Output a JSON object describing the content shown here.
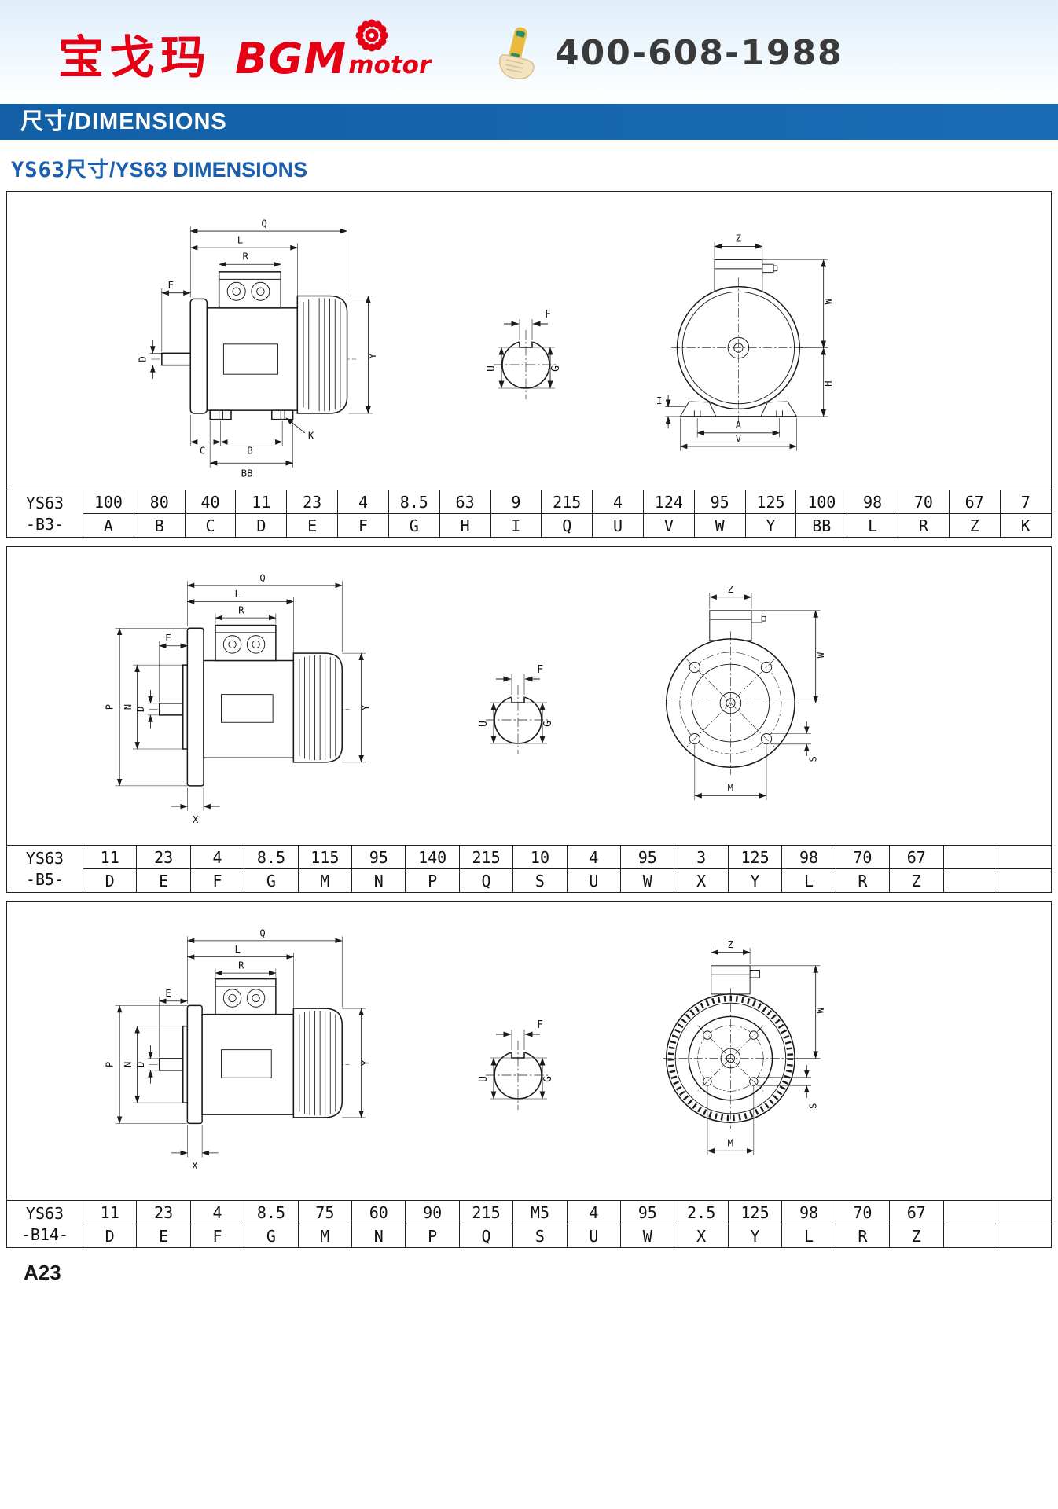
{
  "header": {
    "brand_cn": "宝戈玛",
    "brand_bold": "BGM",
    "brand_suffix": "motor",
    "phone": "400-608-1988"
  },
  "banner": {
    "title": "尺寸/DIMENSIONS"
  },
  "subtitle": {
    "cn": "YS63尺寸",
    "en": "/YS63 DIMENSIONS"
  },
  "dim_letters": {
    "A": "A",
    "B": "B",
    "BB": "BB",
    "C": "C",
    "D": "D",
    "E": "E",
    "F": "F",
    "G": "G",
    "H": "H",
    "I": "I",
    "K": "K",
    "L": "L",
    "M": "M",
    "N": "N",
    "P": "P",
    "Q": "Q",
    "R": "R",
    "S": "S",
    "U": "U",
    "V": "V",
    "W": "W",
    "X": "X",
    "Y": "Y",
    "Z": "Z"
  },
  "sections": [
    {
      "model_line1": "YS63",
      "model_line2": "-B3-",
      "values": [
        "100",
        "80",
        "40",
        "11",
        "23",
        "4",
        "8.5",
        "63",
        "9",
        "215",
        "4",
        "124",
        "95",
        "125",
        "100",
        "98",
        "70",
        "67",
        "7"
      ],
      "labels": [
        "A",
        "B",
        "C",
        "D",
        "E",
        "F",
        "G",
        "H",
        "I",
        "Q",
        "U",
        "V",
        "W",
        "Y",
        "BB",
        "L",
        "R",
        "Z",
        "K"
      ]
    },
    {
      "model_line1": "YS63",
      "model_line2": "-B5-",
      "values": [
        "11",
        "23",
        "4",
        "8.5",
        "115",
        "95",
        "140",
        "215",
        "10",
        "4",
        "95",
        "3",
        "125",
        "98",
        "70",
        "67",
        "",
        ""
      ],
      "labels": [
        "D",
        "E",
        "F",
        "G",
        "M",
        "N",
        "P",
        "Q",
        "S",
        "U",
        "W",
        "X",
        "Y",
        "L",
        "R",
        "Z",
        "",
        ""
      ]
    },
    {
      "model_line1": "YS63",
      "model_line2": "-B14-",
      "values": [
        "11",
        "23",
        "4",
        "8.5",
        "75",
        "60",
        "90",
        "215",
        "M5",
        "4",
        "95",
        "2.5",
        "125",
        "98",
        "70",
        "67",
        "",
        ""
      ],
      "labels": [
        "D",
        "E",
        "F",
        "G",
        "M",
        "N",
        "P",
        "Q",
        "S",
        "U",
        "W",
        "X",
        "Y",
        "L",
        "R",
        "Z",
        "",
        ""
      ]
    }
  ],
  "footer": {
    "page_number": "A23"
  }
}
